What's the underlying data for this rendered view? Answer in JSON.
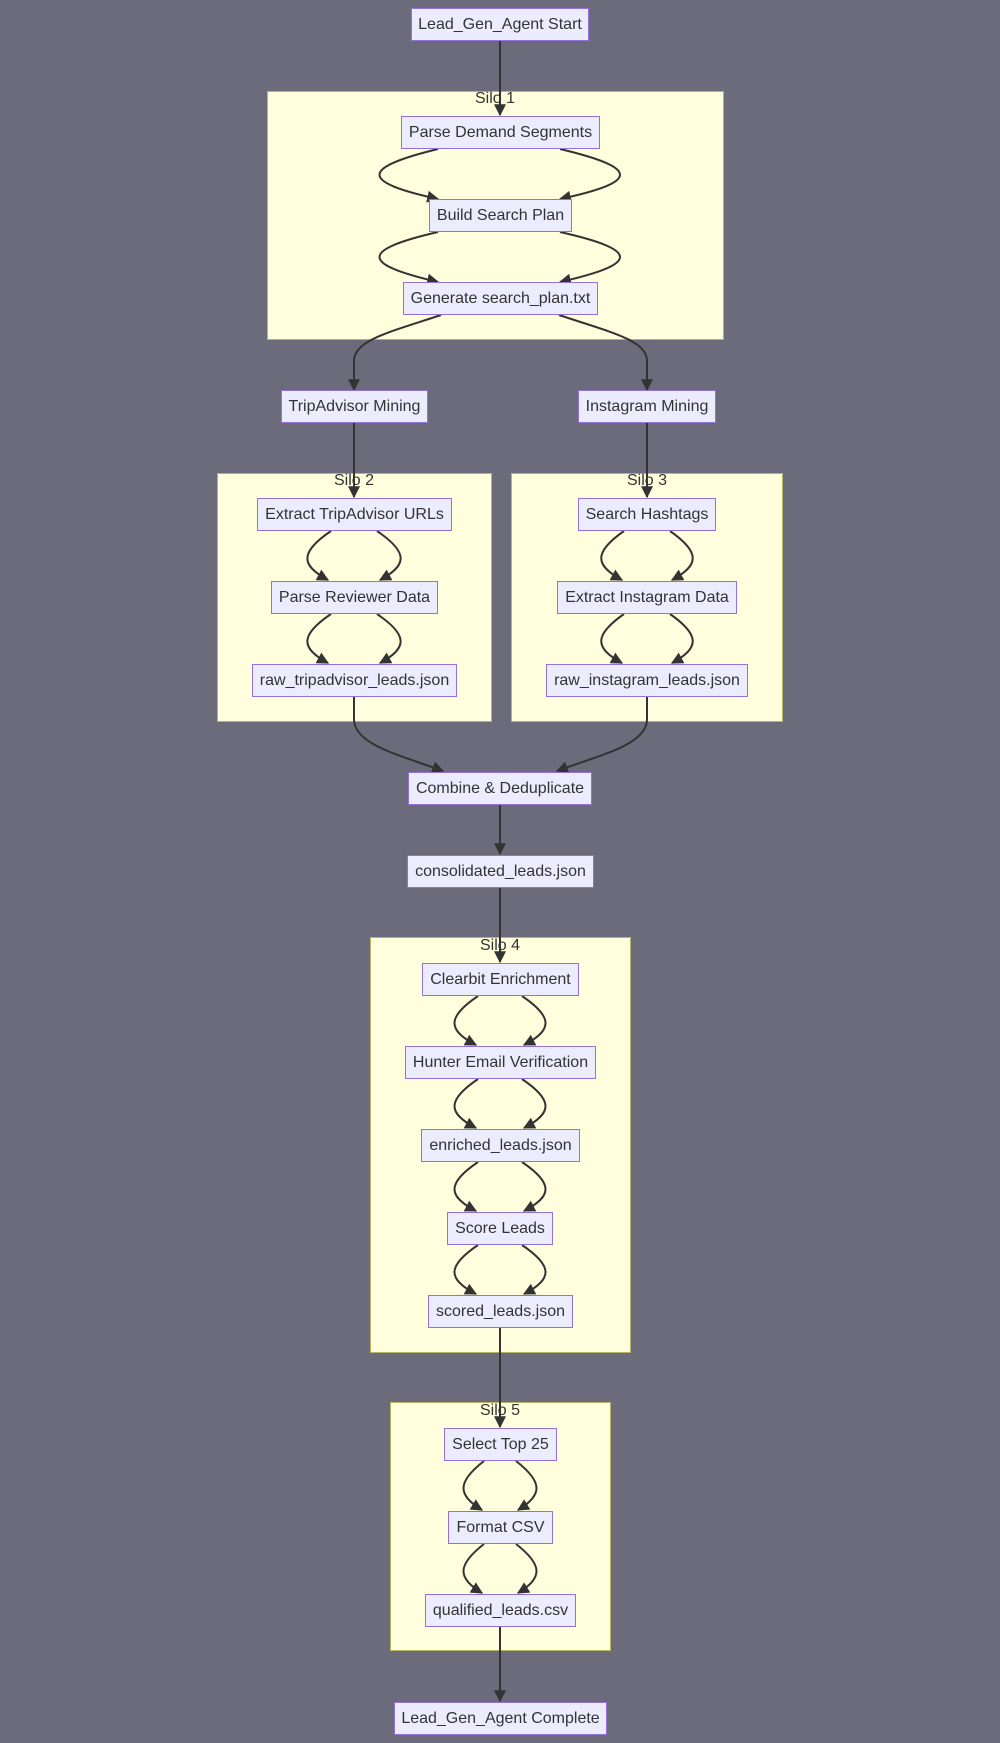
{
  "silos": {
    "s1": "Silo 1",
    "s2": "Silo 2",
    "s3": "Silo 3",
    "s4": "Silo 4",
    "s5": "Silo 5"
  },
  "nodes": {
    "start": "Lead_Gen_Agent Start",
    "parse_demand": "Parse Demand Segments",
    "build_plan": "Build Search Plan",
    "gen_plan": "Generate search_plan.txt",
    "trip_mining": "TripAdvisor Mining",
    "insta_mining": "Instagram Mining",
    "extract_trip": "Extract TripAdvisor URLs",
    "parse_reviewer": "Parse Reviewer Data",
    "raw_trip": "raw_tripadvisor_leads.json",
    "search_hashtags": "Search Hashtags",
    "extract_insta": "Extract Instagram Data",
    "raw_insta": "raw_instagram_leads.json",
    "combine": "Combine & Deduplicate",
    "consolidated": "consolidated_leads.json",
    "clearbit": "Clearbit Enrichment",
    "hunter": "Hunter Email Verification",
    "enriched": "enriched_leads.json",
    "score": "Score Leads",
    "scored": "scored_leads.json",
    "top25": "Select Top 25",
    "format_csv": "Format CSV",
    "qualified": "qualified_leads.csv",
    "complete": "Lead_Gen_Agent Complete"
  },
  "colors": {
    "background": "#6b6b7b",
    "silo_fill": "#ffffde",
    "silo_border": "#b7b565",
    "node_fill": "#ececff",
    "node_border": "#9370db",
    "edge": "#333333"
  }
}
